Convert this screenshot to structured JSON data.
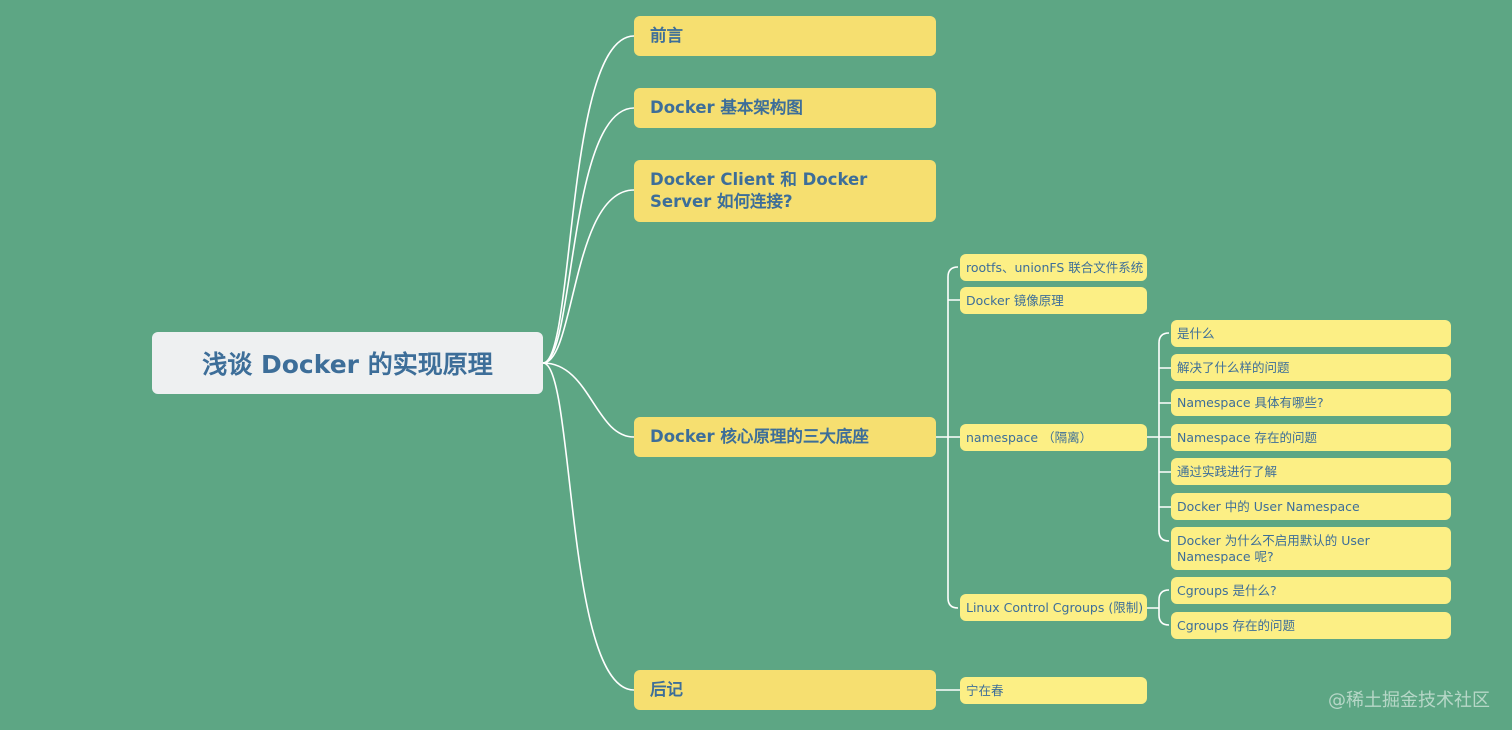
{
  "root": {
    "title": "浅谈 Docker 的实现原理"
  },
  "branches": {
    "preface": "前言",
    "architecture": "Docker 基本架构图",
    "connection": "Docker Client 和 Docker Server 如何连接?",
    "core": {
      "label": "Docker 核心原理的三大底座",
      "rootfs": "rootfs、unionFS 联合文件系统",
      "image": "Docker 镜像原理",
      "namespace": {
        "label": "namespace （隔离）",
        "items": [
          "是什么",
          "解决了什么样的问题",
          "Namespace 具体有哪些?",
          "Namespace 存在的问题",
          "通过实践进行了解",
          "Docker 中的 User Namespace",
          "Docker 为什么不启用默认的 User Namespace 呢?"
        ]
      },
      "cgroups": {
        "label": "Linux Control Cgroups (限制)",
        "items": [
          "Cgroups 是什么?",
          "Cgroups 存在的问题"
        ]
      }
    },
    "postscript": {
      "label": "后记",
      "author": "宁在春"
    }
  },
  "watermark": "@稀土掘金技术社区",
  "colors": {
    "background": "#5da684",
    "root_fill": "#eef0f1",
    "branch_fill": "#f6df70",
    "leaf_fill": "#fcef85",
    "text": "#3d6e99",
    "connector": "#ffffff"
  }
}
